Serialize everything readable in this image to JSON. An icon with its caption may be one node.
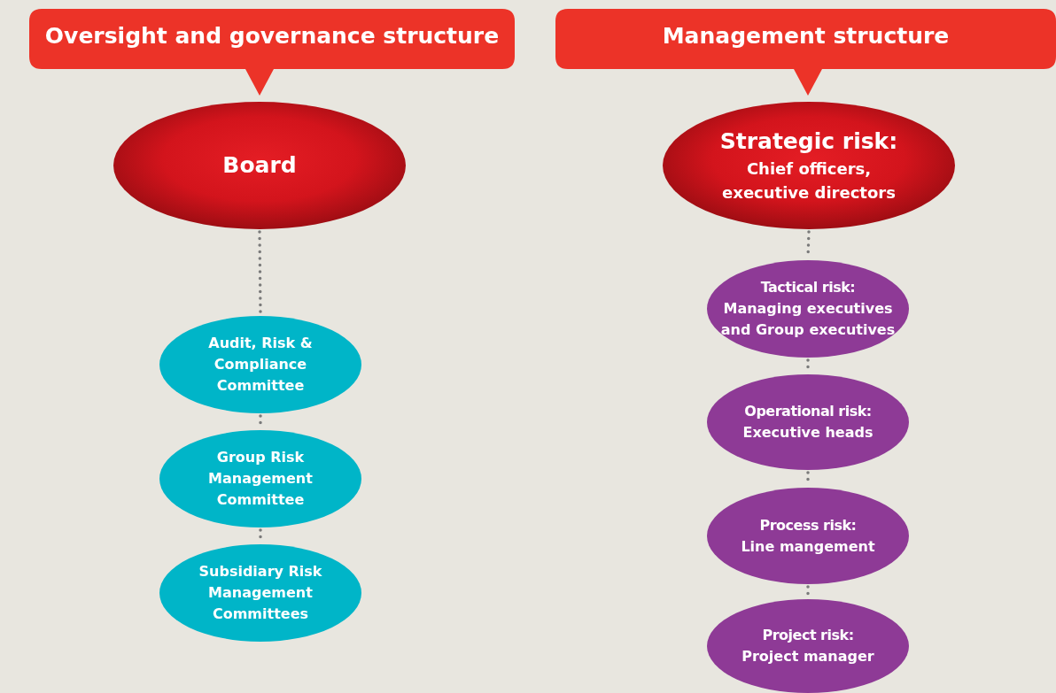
{
  "diagram": {
    "nodes": [
      {
        "text": [
          "Oversight and governance structure"
        ]
      },
      {
        "text": [
          "Management structure"
        ]
      },
      {
        "text": [
          "Board"
        ]
      },
      {
        "text": [
          "Audit, Risk & Compliance Committee"
        ]
      },
      {
        "text": [
          "Group Risk Management Committee"
        ]
      },
      {
        "text": [
          "Subsidiary Risk Management Committees"
        ]
      },
      {
        "text": [
          "Strategic risk:",
          "Chief officers, executive directors"
        ]
      },
      {
        "text": [
          "Tactical risk:",
          "Managing executives and Group executives"
        ]
      },
      {
        "text": [
          "Operational risk:",
          "Executive heads"
        ]
      },
      {
        "text": [
          "Process risk:",
          "Line mangement"
        ]
      },
      {
        "text": [
          "Project risk:",
          "Project manager"
        ]
      }
    ],
    "edges": [
      {
        "from": 2,
        "to": 3,
        "arrow": "none",
        "style": "dashed"
      },
      {
        "from": 3,
        "to": 4,
        "arrow": "none",
        "style": "dashed"
      },
      {
        "from": 4,
        "to": 5,
        "arrow": "none",
        "style": "dashed"
      },
      {
        "from": 6,
        "to": 7,
        "arrow": "none",
        "style": "dashed"
      },
      {
        "from": 7,
        "to": 8,
        "arrow": "none",
        "style": "dashed"
      },
      {
        "from": 8,
        "to": 9,
        "arrow": "none",
        "style": "dashed"
      },
      {
        "from": 9,
        "to": 10,
        "arrow": "none",
        "style": "dashed"
      }
    ]
  }
}
